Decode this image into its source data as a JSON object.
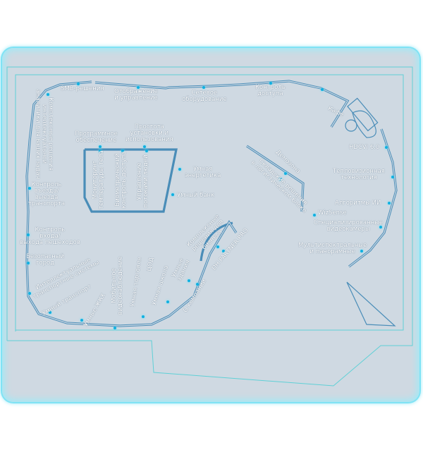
{
  "colors": {
    "panel": "#cfd9e2",
    "glow": "#7fe3f5",
    "wall": "#4a8db8",
    "outline": "#5fd0d6",
    "dot": "#10b0e0",
    "label": "#ffffff"
  },
  "zones": {
    "smb": "SMB-решения",
    "display": [
      "Отображение",
      "и управление"
    ],
    "network": [
      "Сетевое",
      "оборудование"
    ],
    "access": [
      "Контроль",
      "доступа"
    ],
    "cafe": "Кафе",
    "hdcvi": "HDCVI 6.0",
    "thermal": [
      "Тепловизионная",
      "технология"
    ],
    "ai": "Алгоритмы ИИ",
    "wizsense": "WizSense",
    "special": [
      "Специализированные",
      "видеокамеры"
    ],
    "multi": [
      "Мультиспектральные",
      "и панорамные"
    ],
    "demo": "Демозона",
    "storage": [
      "Складские решения",
      "в логистическом блоке"
    ],
    "software": [
      "Программное",
      "обеспечение"
    ],
    "easy": [
      "Простота",
      "установки и",
      "использования"
    ],
    "temp": [
      "Мониторинг",
      "температуры тела"
    ],
    "bio": [
      "Биометрический",
      "контроль доступа"
    ],
    "flow": [
      "Управление",
      "потоками людей"
    ],
    "energy": [
      "Умная",
      "энергетика"
    ],
    "bank": "Умный банк",
    "vehicle": [
      "Контроль",
      "въезда/",
      "выезда",
      "транспорта"
    ],
    "pedestrian": [
      "Контроль",
      "входа/",
      "выхода пешеходов"
    ],
    "safecity": [
      "Безопасный",
      "город"
    ],
    "its": [
      "Интеллектуальные",
      "транспортные системы"
    ],
    "transport": "Умный транспорт",
    "housing": "Умные ЖКХ",
    "mobile": [
      "Мобильное",
      "видеонаблюдение"
    ],
    "retail": "Умная торговля",
    "dc": "ЦОД",
    "school": "Умная школа",
    "buildings": [
      "Умные",
      "здания"
    ],
    "about": "О компании",
    "complex": [
      "Комплексные",
      "решения для",
      "бизнеса"
    ],
    "partner": "DH PARTNER PRO",
    "left_vertical": [
      "Комплексные решения",
      "интеллектуальной",
      "аналитики для ваших задач"
    ]
  }
}
